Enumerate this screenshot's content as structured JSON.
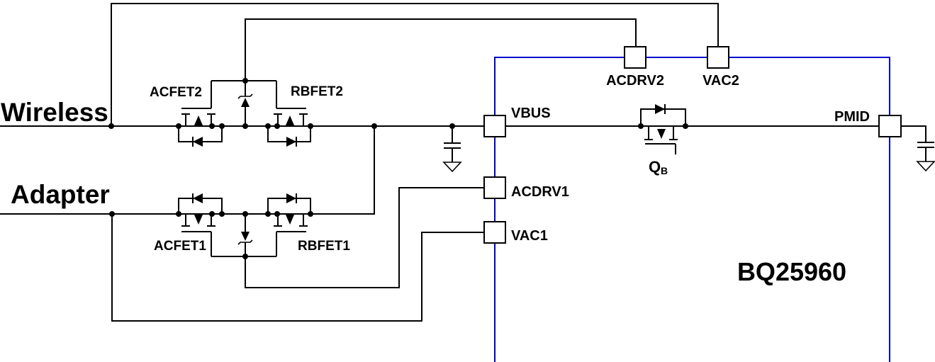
{
  "schematic": {
    "device_label": "BQ25960",
    "source_labels": {
      "wireless": "Wireless",
      "adapter": "Adapter"
    },
    "fet_labels": {
      "acfet2": "ACFET2",
      "rbfet2": "RBFET2",
      "acfet1": "ACFET1",
      "rbfet1": "RBFET1",
      "qb_main": "Q",
      "qb_sub": "B"
    },
    "pin_labels": {
      "vbus": "VBUS",
      "acdrv1": "ACDRV1",
      "vac1": "VAC1",
      "acdrv2": "ACDRV2",
      "vac2": "VAC2",
      "pmid": "PMID"
    },
    "colors": {
      "wire": "#000000",
      "text": "#000000",
      "ic_boundary": "#0000CC",
      "pin_fill": "#FFFFFF"
    }
  }
}
